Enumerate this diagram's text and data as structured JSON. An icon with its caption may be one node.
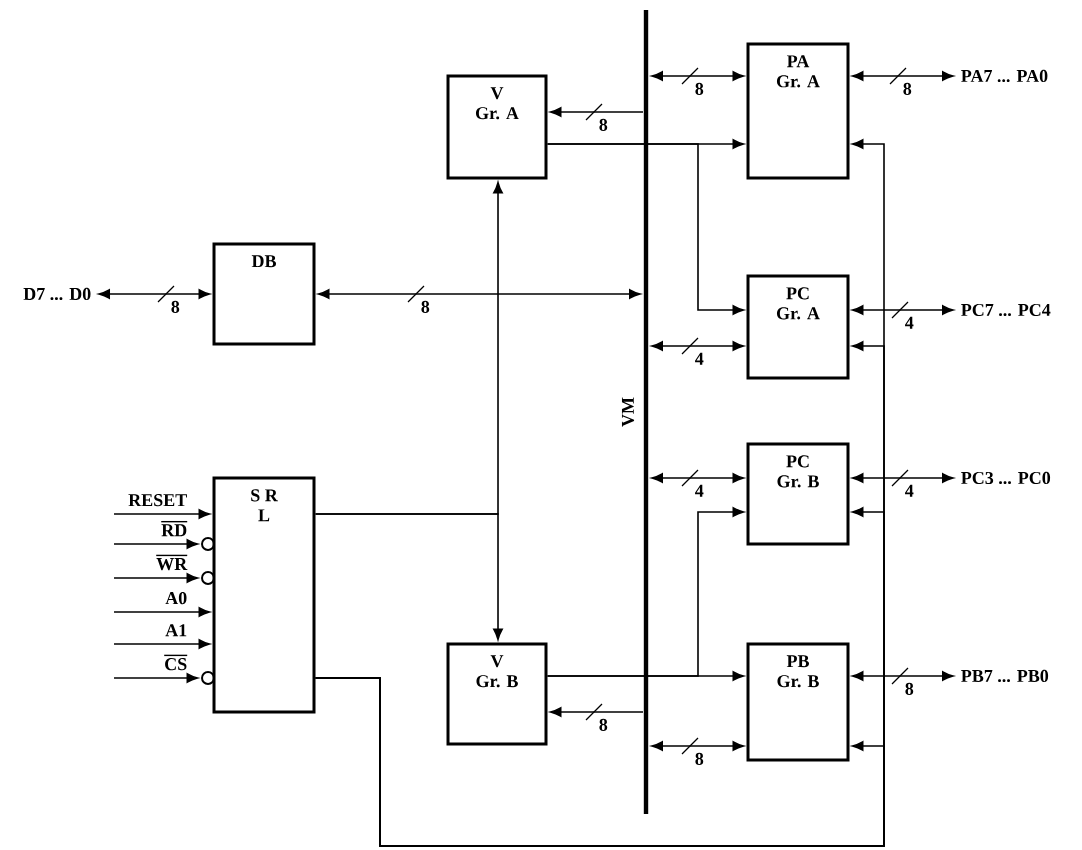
{
  "diagram": {
    "nodes": [
      {
        "text": [
          "PA",
          "Gr. A"
        ]
      },
      {
        "text": [
          "PA7 ... PA0"
        ]
      },
      {
        "text": [
          "V",
          "Gr. A"
        ]
      },
      {
        "text": [
          "D7 ... D0"
        ]
      },
      {
        "text": [
          "DB"
        ]
      },
      {
        "text": [
          "PC",
          "Gr. A"
        ]
      },
      {
        "text": [
          "PC7 ... PC4"
        ]
      },
      {
        "text": [
          "VM"
        ]
      },
      {
        "text": [
          "PC",
          "Gr. B"
        ]
      },
      {
        "text": [
          "PC3 ... PC0"
        ]
      },
      {
        "text": [
          "S R",
          "L"
        ]
      },
      {
        "text": [
          "V",
          "Gr. B"
        ]
      },
      {
        "text": [
          "PB",
          "Gr. B"
        ]
      },
      {
        "text": [
          "PB7 ... PB0"
        ]
      }
    ],
    "edges": [
      {
        "from": 7,
        "to": 0,
        "arrow": "both",
        "label": "8"
      },
      {
        "from": 0,
        "to": 1,
        "arrow": "both",
        "label": "8"
      },
      {
        "from": 7,
        "to": 2,
        "arrow": "to",
        "label": "8"
      },
      {
        "from": 2,
        "to": 0,
        "arrow": "to"
      },
      {
        "from": 2,
        "to": 5,
        "arrow": "to"
      },
      {
        "from": 3,
        "to": 4,
        "arrow": "both",
        "label": "8"
      },
      {
        "from": 4,
        "to": 7,
        "arrow": "both",
        "label": "8"
      },
      {
        "from": 10,
        "to": 2,
        "arrow": "to"
      },
      {
        "from": 10,
        "to": 11,
        "arrow": "to"
      },
      {
        "from": 7,
        "to": 5,
        "arrow": "both",
        "label": "4"
      },
      {
        "from": 5,
        "to": 6,
        "arrow": "both",
        "label": "4"
      },
      {
        "from": 7,
        "to": 8,
        "arrow": "both",
        "label": "4"
      },
      {
        "from": 8,
        "to": 9,
        "arrow": "both",
        "label": "4"
      },
      {
        "from": 11,
        "to": 12,
        "arrow": "to"
      },
      {
        "from": 11,
        "to": 8,
        "arrow": "to"
      },
      {
        "from": 7,
        "to": 11,
        "arrow": "to",
        "label": "8"
      },
      {
        "from": 7,
        "to": 12,
        "arrow": "both",
        "label": "8"
      },
      {
        "from": 12,
        "to": 13,
        "arrow": "both",
        "label": "8"
      },
      {
        "from": 10,
        "to": 0,
        "arrow": "to"
      },
      {
        "from": 10,
        "to": 5,
        "arrow": "to"
      },
      {
        "from": 10,
        "to": 8,
        "arrow": "to"
      },
      {
        "from": 10,
        "to": 12,
        "arrow": "to"
      },
      {
        "from": null,
        "to": 10,
        "arrow": "to",
        "label": "RESET"
      },
      {
        "from": null,
        "to": 10,
        "arrow": "to",
        "label": "RD"
      },
      {
        "from": null,
        "to": 10,
        "arrow": "to",
        "label": "WR"
      },
      {
        "from": null,
        "to": 10,
        "arrow": "to",
        "label": "A0"
      },
      {
        "from": null,
        "to": 10,
        "arrow": "to",
        "label": "A1"
      },
      {
        "from": null,
        "to": 10,
        "arrow": "to",
        "label": "CS"
      }
    ]
  }
}
